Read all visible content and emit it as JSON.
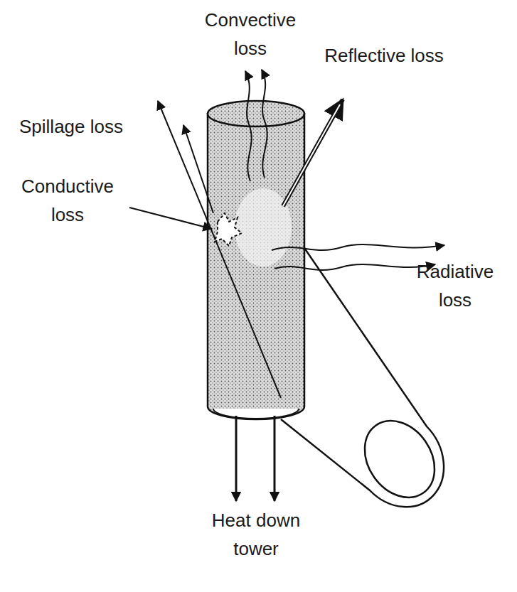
{
  "diagram": {
    "labels": [
      "Convective loss",
      "Reflective loss",
      "Spillage loss",
      "Conductive loss",
      "Radiative loss",
      "Heat down tower"
    ]
  }
}
